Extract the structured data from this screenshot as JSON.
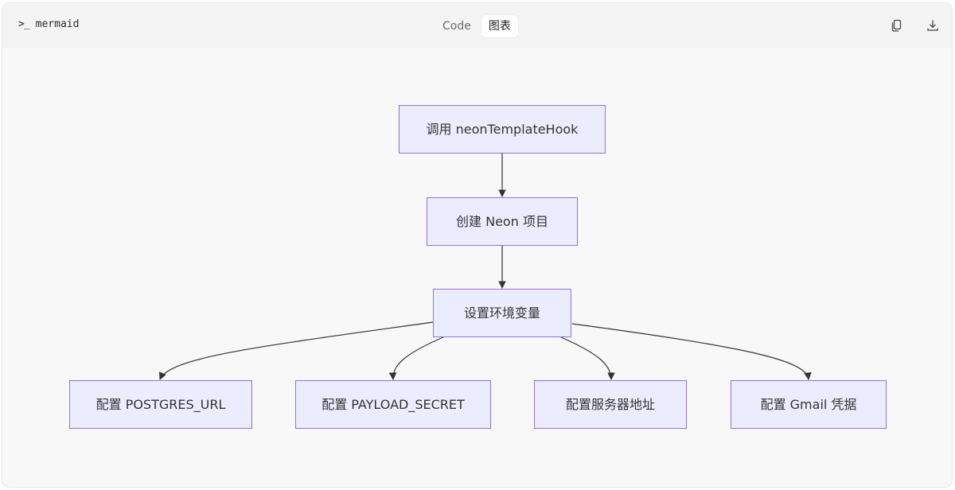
{
  "toolbar": {
    "language": "mermaid",
    "tabs": [
      {
        "label": "Code",
        "active": false
      },
      {
        "label": "图表",
        "active": true
      }
    ],
    "actions": {
      "copy_icon": "copy-icon",
      "download_icon": "download-icon"
    }
  },
  "diagram": {
    "type": "flowchart",
    "direction": "TD",
    "colors": {
      "node_fill": "#ececff",
      "node_stroke": "#9370db",
      "edge": "#333333",
      "background": "#f9f8f8"
    },
    "nodes": [
      {
        "id": "A",
        "label": "调用 neonTemplateHook"
      },
      {
        "id": "B",
        "label": "创建 Neon 项目"
      },
      {
        "id": "C",
        "label": "设置环境变量"
      },
      {
        "id": "D",
        "label": "配置 POSTGRES_URL"
      },
      {
        "id": "E",
        "label": "配置 PAYLOAD_SECRET"
      },
      {
        "id": "F",
        "label": "配置服务器地址"
      },
      {
        "id": "G",
        "label": "配置 Gmail 凭据"
      }
    ],
    "edges": [
      {
        "from": "A",
        "to": "B"
      },
      {
        "from": "B",
        "to": "C"
      },
      {
        "from": "C",
        "to": "D"
      },
      {
        "from": "C",
        "to": "E"
      },
      {
        "from": "C",
        "to": "F"
      },
      {
        "from": "C",
        "to": "G"
      }
    ]
  }
}
